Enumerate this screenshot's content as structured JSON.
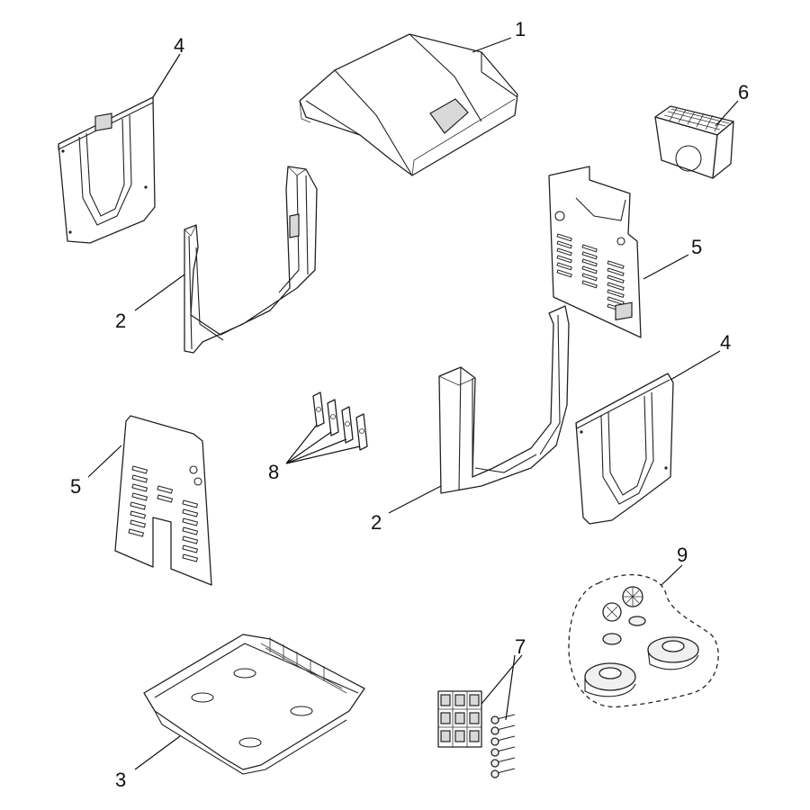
{
  "callouts": [
    {
      "id": "1",
      "text": "1"
    },
    {
      "id": "2a",
      "text": "2"
    },
    {
      "id": "2b",
      "text": "2"
    },
    {
      "id": "3",
      "text": "3"
    },
    {
      "id": "4a",
      "text": "4"
    },
    {
      "id": "4b",
      "text": "4"
    },
    {
      "id": "5a",
      "text": "5"
    },
    {
      "id": "5b",
      "text": "5"
    },
    {
      "id": "6",
      "text": "6"
    },
    {
      "id": "7",
      "text": "7"
    },
    {
      "id": "8",
      "text": "8"
    },
    {
      "id": "9",
      "text": "9"
    }
  ]
}
